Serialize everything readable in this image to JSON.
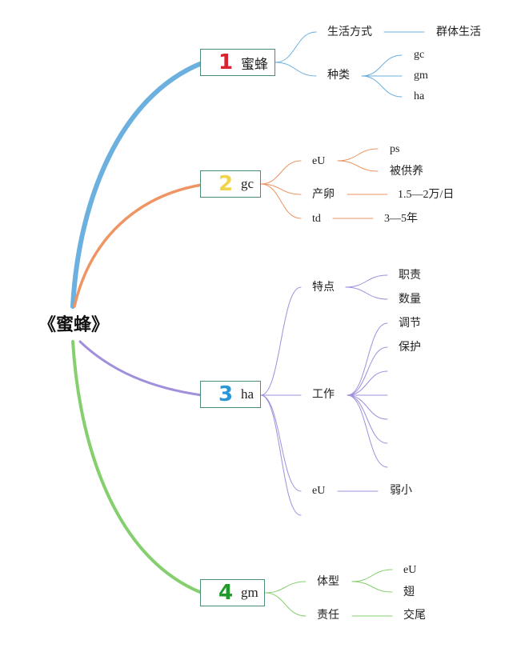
{
  "root": {
    "label": "《蜜蜂》"
  },
  "branches": [
    {
      "number": "1",
      "label": "蜜蜂",
      "color": "#6bb0de",
      "number_color": "#d9242f",
      "children": [
        {
          "label": "生活方式",
          "children": [
            {
              "label": "群体生活"
            }
          ]
        },
        {
          "label": "种类",
          "children": [
            {
              "label": "gc"
            },
            {
              "label": "gm"
            },
            {
              "label": "ha"
            }
          ]
        }
      ]
    },
    {
      "number": "2",
      "label": "gc",
      "color": "#ee9563",
      "number_color": "#f1d44a",
      "children": [
        {
          "label": "eU",
          "children": [
            {
              "label": "ps"
            },
            {
              "label": "被供养"
            }
          ]
        },
        {
          "label": "产卵",
          "children": [
            {
              "label": "1.5—2万/日"
            }
          ]
        },
        {
          "label": "td",
          "children": [
            {
              "label": "3—5年"
            }
          ]
        }
      ]
    },
    {
      "number": "3",
      "label": "ha",
      "color": "#a18fdc",
      "number_color": "#2a96d6",
      "children": [
        {
          "label": "特点",
          "children": [
            {
              "label": "职责"
            },
            {
              "label": "数量"
            }
          ]
        },
        {
          "label": "工作",
          "children": [
            {
              "label": "调节"
            },
            {
              "label": "保护"
            },
            {
              "label": ""
            },
            {
              "label": ""
            },
            {
              "label": ""
            },
            {
              "label": ""
            },
            {
              "label": ""
            }
          ]
        },
        {
          "label": "eU",
          "children": [
            {
              "label": "弱小"
            }
          ]
        },
        {
          "label": ""
        }
      ]
    },
    {
      "number": "4",
      "label": "gm",
      "color": "#85cf6e",
      "number_color": "#1f9a2a",
      "children": [
        {
          "label": "体型",
          "children": [
            {
              "label": "eU"
            },
            {
              "label": "翅"
            }
          ]
        },
        {
          "label": "责任",
          "children": [
            {
              "label": "交尾"
            }
          ]
        }
      ]
    }
  ]
}
